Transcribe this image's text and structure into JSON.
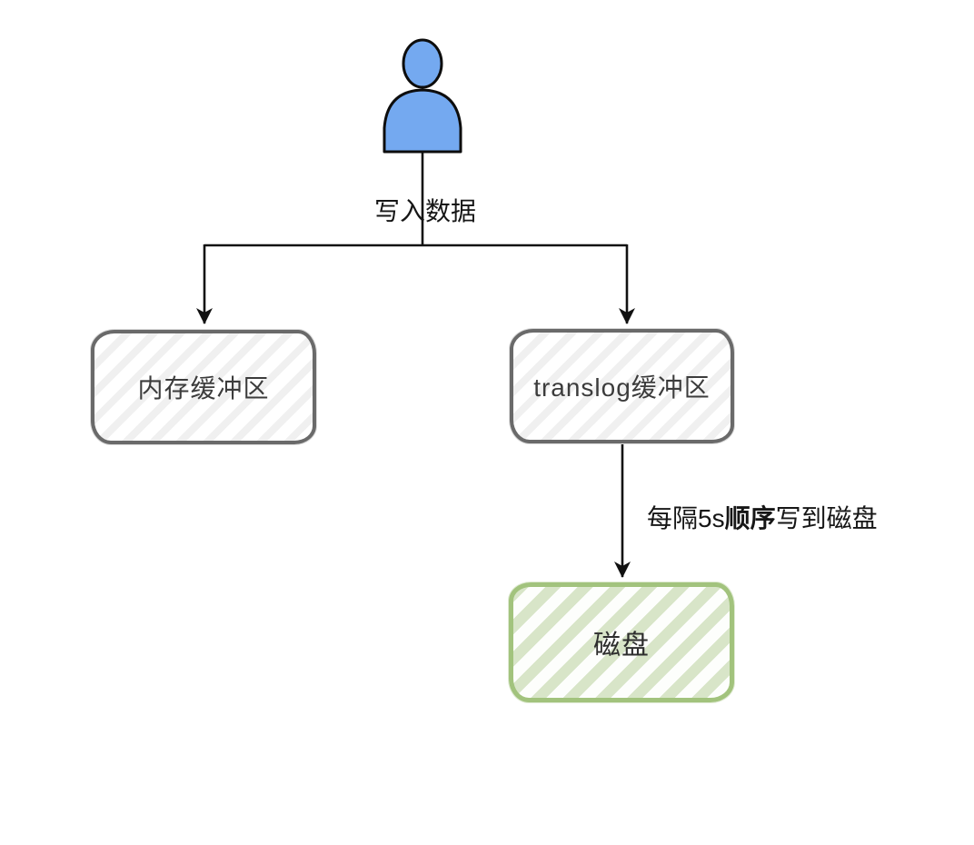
{
  "diagram": {
    "title_visible": false,
    "background_color": "#ffffff",
    "actor": {
      "icon": "person-icon",
      "fill_color": "#74a9f0",
      "stroke_color": "#0d0d0d"
    },
    "edges": {
      "write_data": {
        "label": "写入数据",
        "from": "person",
        "to": "memory_buffer,translog_buffer"
      },
      "flush": {
        "label_prefix": "每隔5s",
        "label_bold": "顺序",
        "label_suffix": "写到磁盘",
        "from": "translog_buffer",
        "to": "disk"
      }
    },
    "nodes": {
      "memory_buffer": {
        "label": "内存缓冲区",
        "border_color": "#6a6a6a",
        "hatch_color": "#f0f0f0"
      },
      "translog_buffer": {
        "label": "translog缓冲区",
        "border_color": "#6a6a6a",
        "hatch_color": "#f0f0f0"
      },
      "disk": {
        "label": "磁盘",
        "border_color": "#a2c37d",
        "hatch_color": "#d8e5c8"
      }
    },
    "line_color": "#111111"
  }
}
